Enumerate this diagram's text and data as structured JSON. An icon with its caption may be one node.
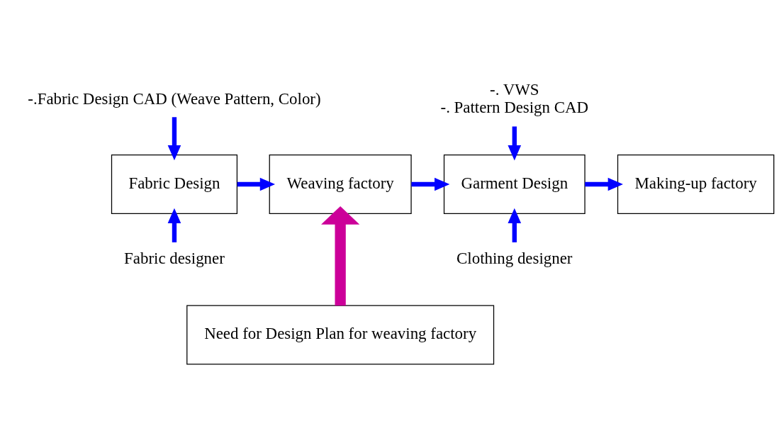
{
  "diagram": {
    "nodes": [
      {
        "text": [
          "-.Fabric Design CAD (Weave Pattern, Color)"
        ]
      },
      {
        "text": [
          "Fabric Design"
        ]
      },
      {
        "text": [
          "Weaving factory"
        ]
      },
      {
        "text": [
          "Garment Design"
        ]
      },
      {
        "text": [
          "Making-up factory"
        ]
      },
      {
        "text": [
          "-. VWS",
          "-. Pattern Design CAD"
        ]
      },
      {
        "text": [
          "Fabric designer"
        ]
      },
      {
        "text": [
          "Clothing designer"
        ]
      },
      {
        "text": [
          "Need for Design Plan for weaving factory"
        ]
      }
    ],
    "edges": [
      {
        "from": 0,
        "to": 1,
        "arrow": "to"
      },
      {
        "from": 6,
        "to": 1,
        "arrow": "to"
      },
      {
        "from": 1,
        "to": 2,
        "arrow": "to"
      },
      {
        "from": 5,
        "to": 3,
        "arrow": "to"
      },
      {
        "from": 2,
        "to": 3,
        "arrow": "to"
      },
      {
        "from": 7,
        "to": 3,
        "arrow": "to"
      },
      {
        "from": 3,
        "to": 4,
        "arrow": "to"
      },
      {
        "from": 8,
        "to": 2,
        "arrow": "to",
        "style": "thick",
        "color": "#cc0099"
      }
    ]
  }
}
